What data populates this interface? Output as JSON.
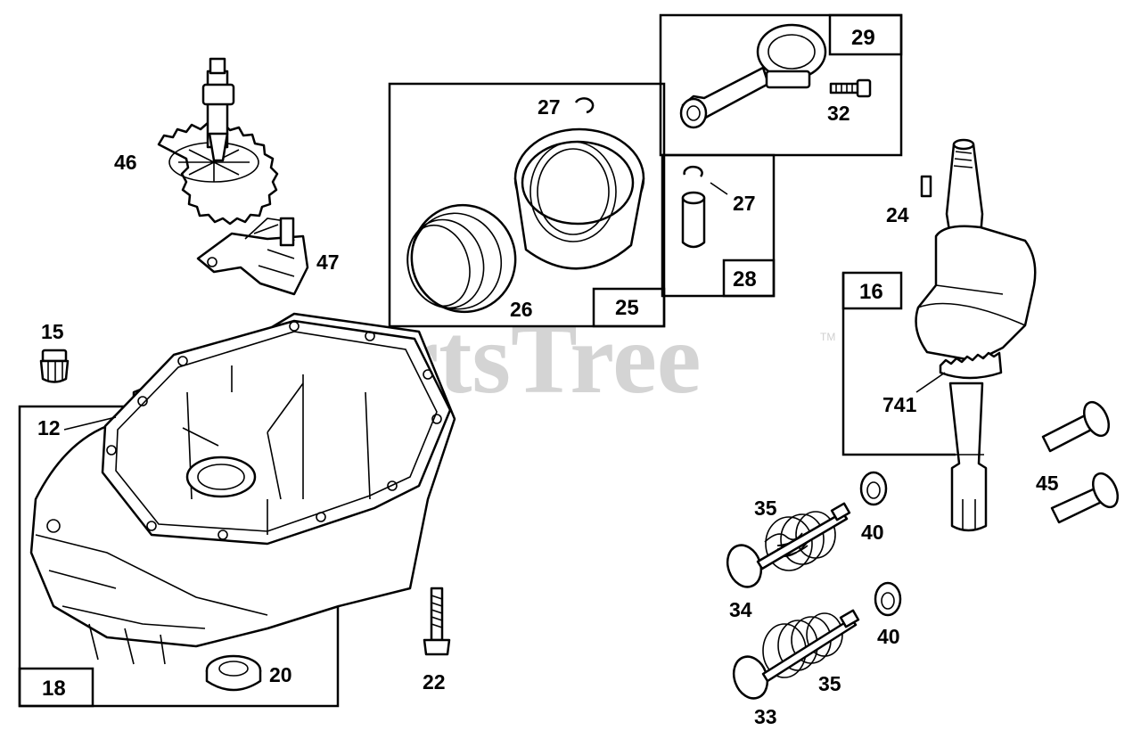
{
  "watermark": {
    "text": "PartsTree",
    "trademark": "TM"
  },
  "callouts": {
    "p46": "46",
    "p47": "47",
    "p15": "15",
    "p12": "12",
    "p20": "20",
    "p22": "22",
    "p27a": "27",
    "p26": "26",
    "p32": "32",
    "p27b": "27",
    "p24": "24",
    "p741": "741",
    "p45": "45",
    "p35a": "35",
    "p40a": "40",
    "p34": "34",
    "p40b": "40",
    "p35b": "35",
    "p33": "33"
  },
  "boxes": {
    "b18": "18",
    "b25": "25",
    "b28": "28",
    "b29": "29",
    "b16": "16"
  }
}
